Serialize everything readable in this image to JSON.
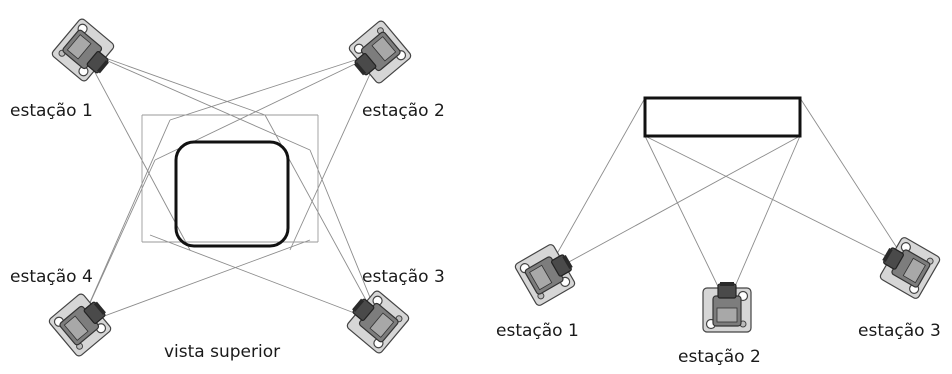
{
  "top_view": {
    "stations": [
      {
        "label": "estação 1",
        "icon": "camera-icon"
      },
      {
        "label": "estação 2",
        "icon": "camera-icon"
      },
      {
        "label": "estação 3",
        "icon": "camera-icon"
      },
      {
        "label": "estação 4",
        "icon": "camera-icon"
      }
    ],
    "caption": "vista superior"
  },
  "side_view": {
    "stations": [
      {
        "label": "estação 1",
        "icon": "camera-icon"
      },
      {
        "label": "estação 2",
        "icon": "camera-icon"
      },
      {
        "label": "estação 3",
        "icon": "camera-icon"
      }
    ]
  }
}
